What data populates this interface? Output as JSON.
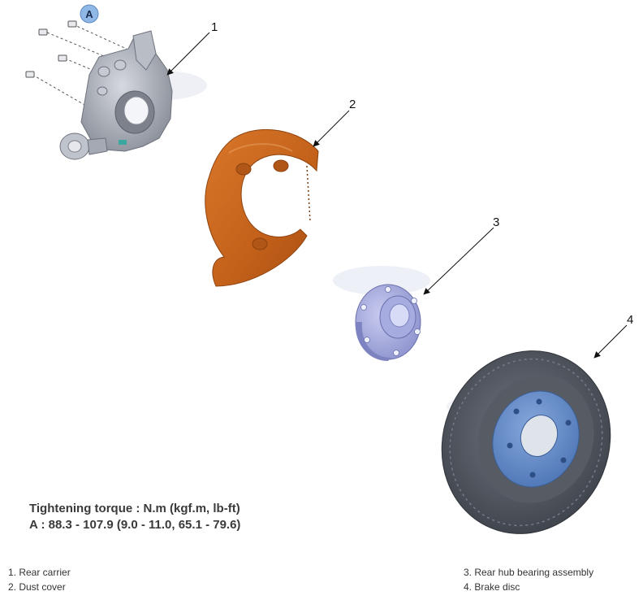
{
  "badge": {
    "label": "A"
  },
  "callouts": [
    "1",
    "2",
    "3",
    "4"
  ],
  "torque": {
    "heading": "Tightening torque : N.m (kgf.m, lb-ft)",
    "spec": "A : 88.3 - 107.9 (9.0 - 11.0, 65.1 - 79.6)"
  },
  "legend": {
    "left": [
      "1. Rear carrier",
      "2. Dust cover"
    ],
    "right": [
      "3. Rear hub bearing assembly",
      "4. Brake disc"
    ]
  },
  "colors": {
    "carrier": "#a9aeb8",
    "dust_cover": "#c8661a",
    "hub_bearing": "#9aa0d8",
    "brake_disc": "#4a4f58",
    "disc_hat": "#5f86c4",
    "badge_fill": "#8fb8e6"
  }
}
